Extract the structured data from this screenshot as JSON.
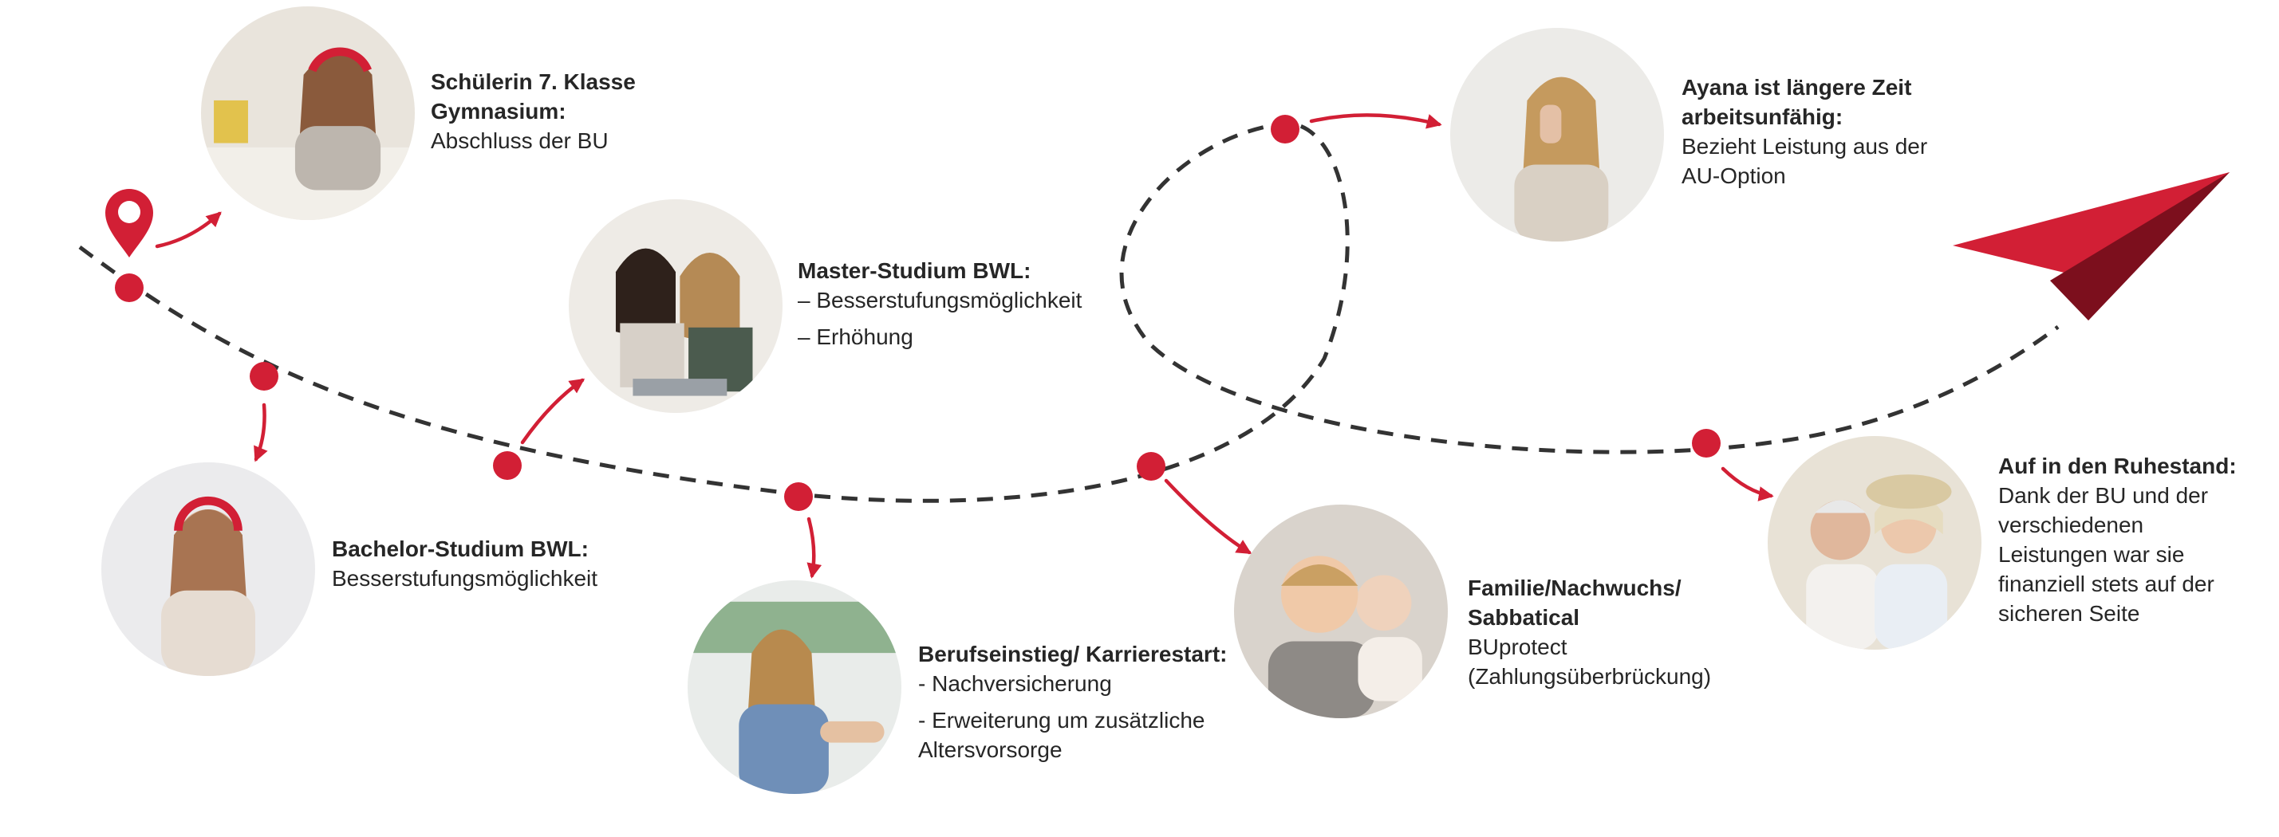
{
  "colors": {
    "accent": "#d21f35",
    "path": "#333333",
    "text": "#262626"
  },
  "icons": [
    "location-pin-icon",
    "paper-plane-icon"
  ],
  "milestones": [
    {
      "id": "school",
      "title": "Schülerin 7. Klasse Gymnasium:",
      "lines": [
        "Abschluss der BU"
      ],
      "photo": "girl-with-headphones-drawing-photo"
    },
    {
      "id": "bachelor",
      "title": "Bachelor-Studium BWL:",
      "lines": [
        "Besserstufungsmöglichkeit"
      ],
      "photo": "young-woman-with-headphones-photo"
    },
    {
      "id": "master",
      "title": "Master-Studium BWL:",
      "lines": [
        "– Besserstufungsmöglichkeit",
        "– Erhöhung"
      ],
      "photo": "two-students-laptop-photo"
    },
    {
      "id": "career",
      "title": "Berufseinstieg/ Karrierestart:",
      "lines": [
        "- Nachversicherung",
        "- Erweiterung um zusätzliche Altersvorsorge"
      ],
      "photo": "handshake-woman-photo"
    },
    {
      "id": "family",
      "title": "Familie/Nachwuchs/ Sabbatical",
      "lines": [
        "BUprotect (Zahlungsüberbrückung)"
      ],
      "photo": "smiling-children-photo"
    },
    {
      "id": "au",
      "title": "Ayana ist längere Zeit arbeitsunfähig:",
      "lines": [
        "Bezieht Leistung aus der AU-Option"
      ],
      "photo": "woman-with-headache-photo"
    },
    {
      "id": "retirement",
      "title": "Auf in den Ruhestand:",
      "lines": [
        "Dank der BU und der verschiedenen Leistungen war sie finanziell stets auf der sicheren Seite"
      ],
      "photo": "senior-couple-photo"
    }
  ]
}
